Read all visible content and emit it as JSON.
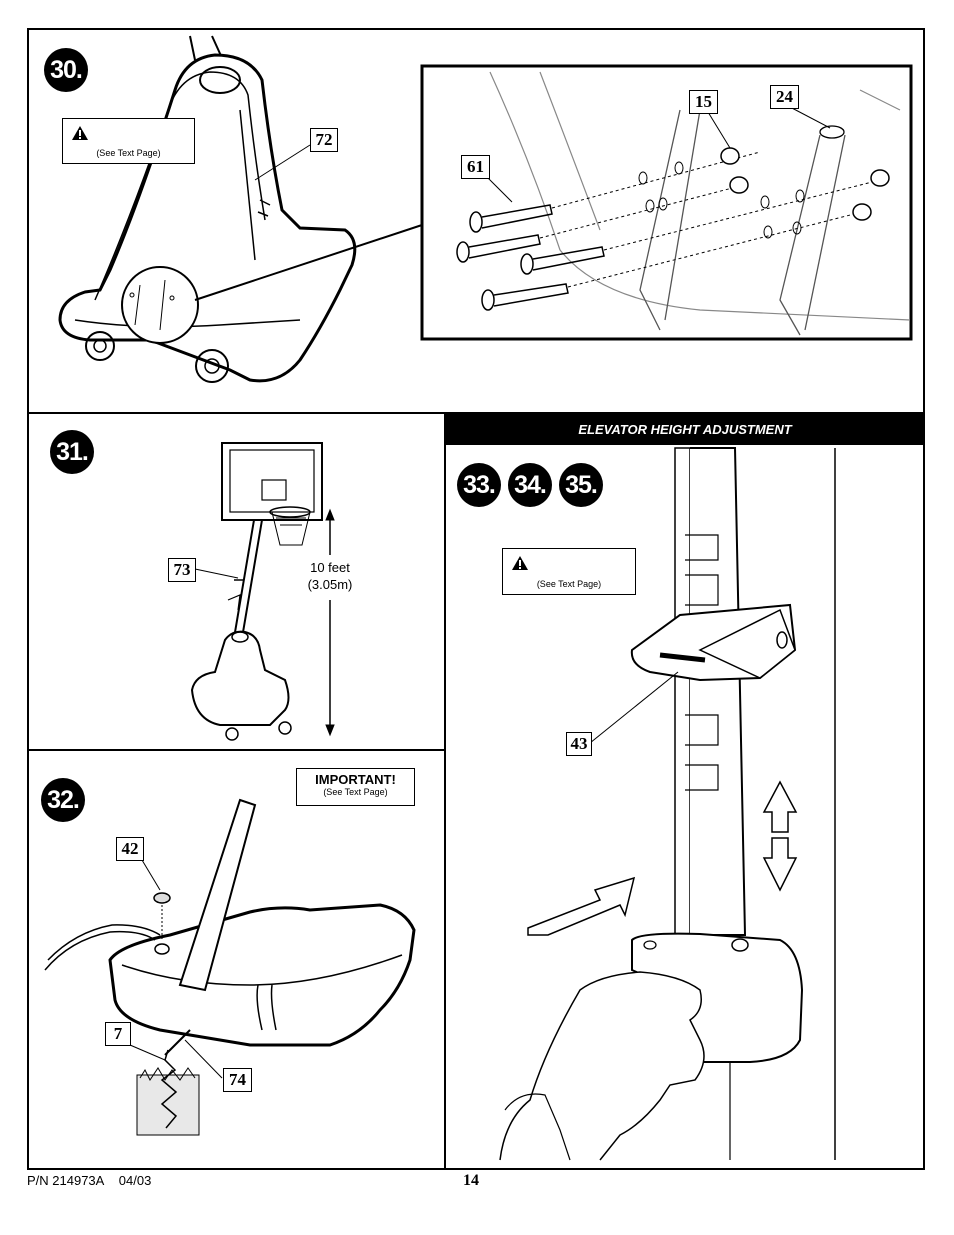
{
  "steps": {
    "s30": "30.",
    "s31": "31.",
    "s32": "32.",
    "s33": "33.",
    "s34": "34.",
    "s35": "35."
  },
  "section_header": "ELEVATOR HEIGHT ADJUSTMENT",
  "warnings": {
    "see_text": "(See Text Page)"
  },
  "important": {
    "title": "IMPORTANT!",
    "see_text": "(See Text Page)"
  },
  "part_callouts": {
    "p72": "72",
    "p61": "61",
    "p15": "15",
    "p24": "24",
    "p73": "73",
    "p42": "42",
    "p7": "7",
    "p74": "74",
    "p43": "43"
  },
  "height": {
    "feet": "10 feet",
    "meters": "(3.05m)"
  },
  "footer": {
    "part_number": "P/N 214973A",
    "date": "04/03",
    "page": "14"
  }
}
